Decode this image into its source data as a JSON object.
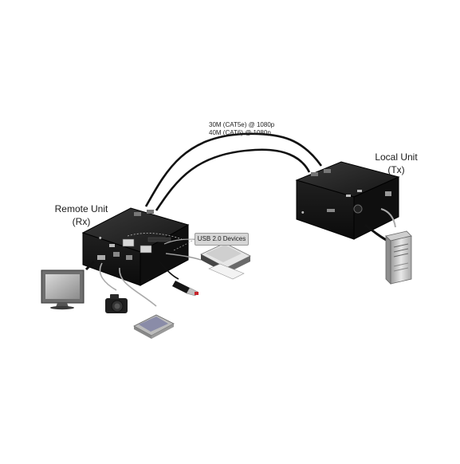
{
  "cable": {
    "line1": "30M (CAT5e) @ 1080p",
    "line2": "40M (CAT6)   @ 1080p"
  },
  "local_unit": {
    "title": "Local Unit",
    "subtitle": "(Tx)"
  },
  "remote_unit": {
    "title": "Remote Unit",
    "subtitle": "(Rx)"
  },
  "usb_devices": {
    "label": "USB 2.0 Devices"
  },
  "colors": {
    "unit_body": "#1c1c1c",
    "cable": "#111111",
    "callout_fill": "#d6d6d6",
    "callout_border": "#9a9a9a"
  }
}
